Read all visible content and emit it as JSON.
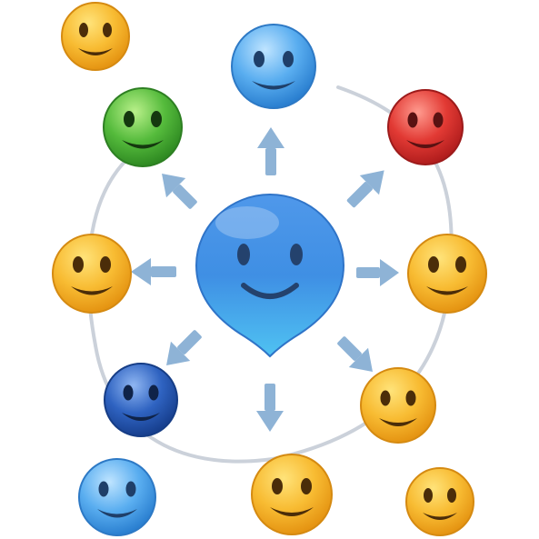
{
  "diagram": {
    "kind": "network-spread",
    "center_node": {
      "shape": "map-pin",
      "color": "#3d8fe0",
      "icon": "smiley-face-icon"
    },
    "arrow_color": "#8fb3d4",
    "ring_color": "#c9cfd8",
    "arrows": [
      "up",
      "up-right",
      "right",
      "down-right",
      "down",
      "down-left",
      "left",
      "up-left"
    ],
    "nodes": [
      {
        "id": "top-blue",
        "color": "#4a9ee6",
        "on_ring": true
      },
      {
        "id": "upper-right-red",
        "color": "#e03434",
        "on_ring": true
      },
      {
        "id": "right-yellow",
        "color": "#f6b52d",
        "on_ring": true
      },
      {
        "id": "lower-right-yellow",
        "color": "#f6b52d",
        "on_ring": true
      },
      {
        "id": "bottom-yellow",
        "color": "#f6b52d",
        "on_ring": true
      },
      {
        "id": "lower-left-navy",
        "color": "#2756b3",
        "on_ring": true
      },
      {
        "id": "left-yellow",
        "color": "#f6b52d",
        "on_ring": true
      },
      {
        "id": "upper-left-green",
        "color": "#4cb33a",
        "on_ring": true
      },
      {
        "id": "corner-top-left-yellow",
        "color": "#f6b52d",
        "on_ring": false
      },
      {
        "id": "corner-bottom-left-blue",
        "color": "#4a9ee6",
        "on_ring": false
      },
      {
        "id": "corner-bottom-right-yellow",
        "color": "#f6b52d",
        "on_ring": false
      }
    ]
  }
}
